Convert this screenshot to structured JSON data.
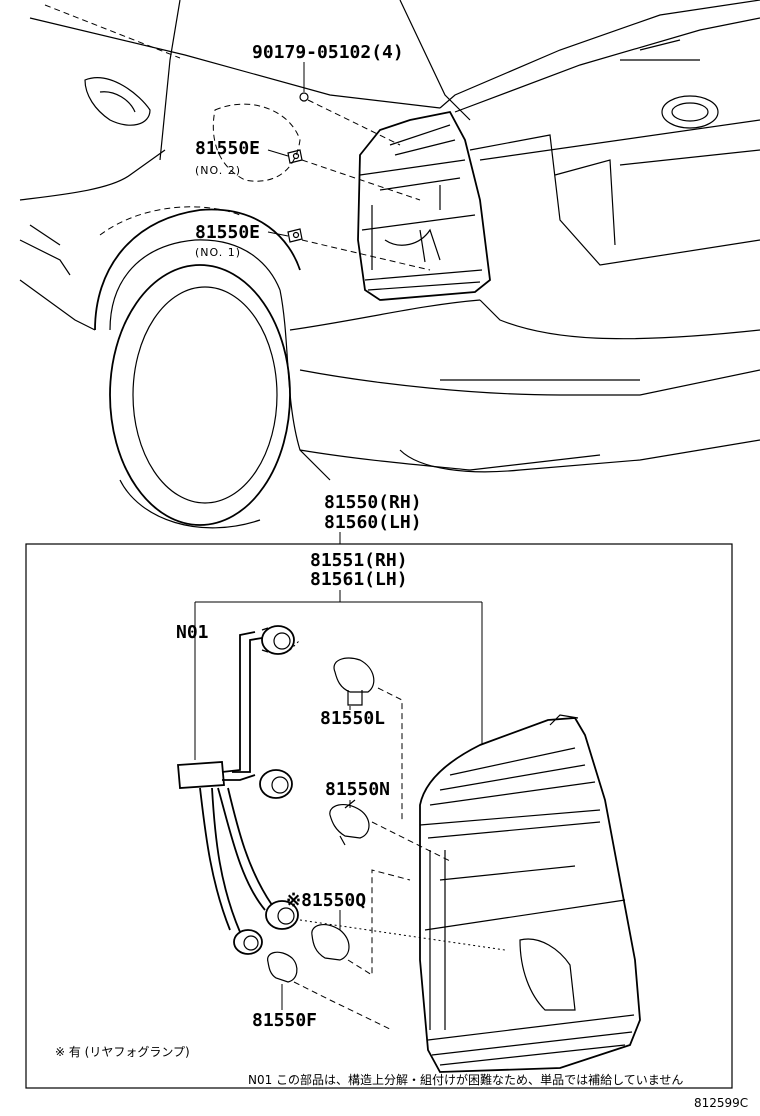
{
  "parts": {
    "clip_90179": "90179-05102(4)",
    "socket_no2_part": "81550E",
    "socket_no2_sub": "(NO. 2)",
    "socket_no1_part": "81550E",
    "socket_no1_sub": "(NO. 1)",
    "lamp_assy_rh": "81550(RH)",
    "lamp_assy_lh": "81560(LH)",
    "lens_body_rh": "81551(RH)",
    "lens_body_lh": "81561(LH)",
    "wiring": "N01",
    "bulb_l": "81550L",
    "bulb_n": "81550N",
    "bulb_q": "※81550Q",
    "bulb_f": "81550F"
  },
  "notes": {
    "footnote_mark": "※ 有 (リヤフォグランプ)",
    "n01_note": "N01 この部品は、構造上分解・組付けが困難なため、単品では補給していません"
  },
  "figure_id": "812599C"
}
